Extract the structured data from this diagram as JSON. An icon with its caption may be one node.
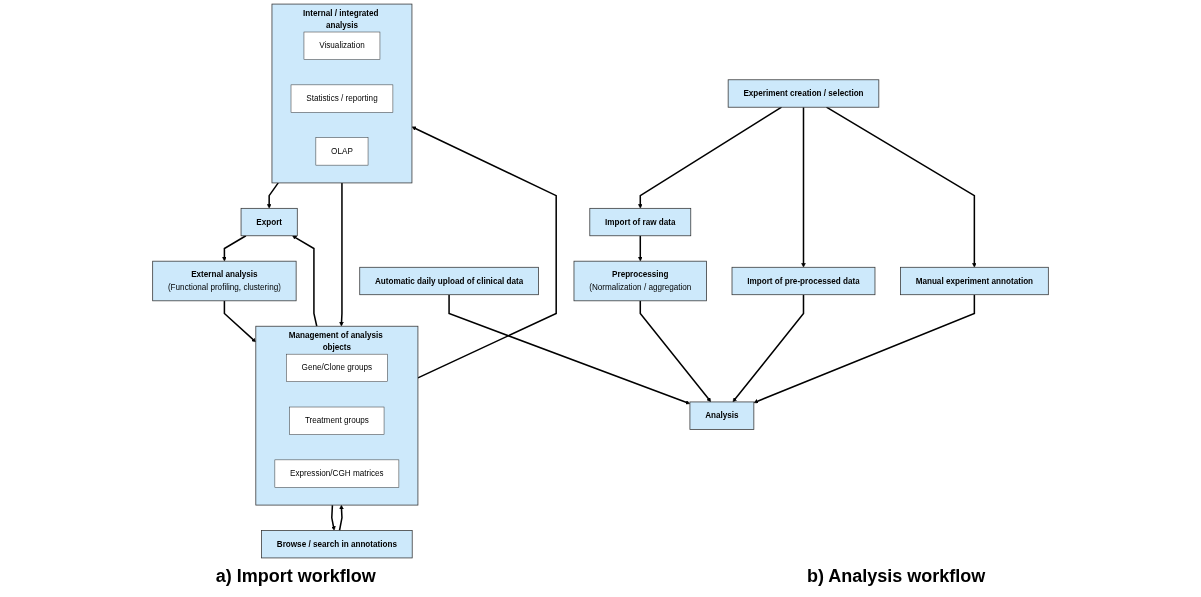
{
  "diagram": {
    "nodes": [
      {
        "text": [
          "Experiment creation / selection"
        ]
      },
      {
        "text": [
          "Import of raw data"
        ]
      },
      {
        "text": [
          "Import of pre-processed data"
        ]
      },
      {
        "text": [
          "Manual experiment annotation"
        ]
      },
      {
        "text": [
          "Preprocessing",
          "(Normalization / aggregation"
        ]
      },
      {
        "text": [
          "Automatic daily upload of clinical data"
        ]
      },
      {
        "text": [
          "Analysis"
        ]
      },
      {
        "text": [
          "Browse / search in annotations"
        ]
      },
      {
        "text": [
          "Management of analysis objects"
        ]
      },
      {
        "text": [
          "Gene/Clone groups"
        ],
        "in": 8
      },
      {
        "text": [
          "Treatment groups"
        ],
        "in": 8
      },
      {
        "text": [
          "Expression/CGH matrices"
        ],
        "in": 8
      },
      {
        "text": [
          "Internal / integrated analysis"
        ]
      },
      {
        "text": [
          "Visualization"
        ],
        "in": 12
      },
      {
        "text": [
          "Statistics / reporting"
        ],
        "in": 12
      },
      {
        "text": [
          "OLAP"
        ],
        "in": 12
      },
      {
        "text": [
          "Export"
        ]
      },
      {
        "text": [
          "External analysis",
          "(Functional profiling, clustering)"
        ]
      }
    ],
    "edges": [
      {
        "from": 0,
        "to": 1,
        "arrow": "to"
      },
      {
        "from": 0,
        "to": 2,
        "arrow": "to"
      },
      {
        "from": 0,
        "to": 3,
        "arrow": "to"
      },
      {
        "from": 1,
        "to": 4,
        "arrow": "to"
      },
      {
        "from": 4,
        "to": 6,
        "arrow": "to"
      },
      {
        "from": 2,
        "to": 6,
        "arrow": "to"
      },
      {
        "from": 5,
        "to": 6,
        "arrow": "to"
      },
      {
        "from": 3,
        "to": 6,
        "arrow": "to"
      },
      {
        "from": 8,
        "to": 7,
        "arrow": "to"
      },
      {
        "from": 7,
        "to": 8,
        "arrow": "to"
      },
      {
        "from": 8,
        "to": 12,
        "arrow": "to"
      },
      {
        "from": 12,
        "to": 16,
        "arrow": "to"
      },
      {
        "from": 16,
        "to": 17,
        "arrow": "to"
      },
      {
        "from": 17,
        "to": 8,
        "arrow": "to"
      },
      {
        "from": 12,
        "to": 8,
        "arrow": "to"
      },
      {
        "from": 8,
        "to": 16,
        "arrow": "to"
      }
    ],
    "labels": [
      "a) Import workflow",
      "b) Analysis workflow"
    ]
  }
}
